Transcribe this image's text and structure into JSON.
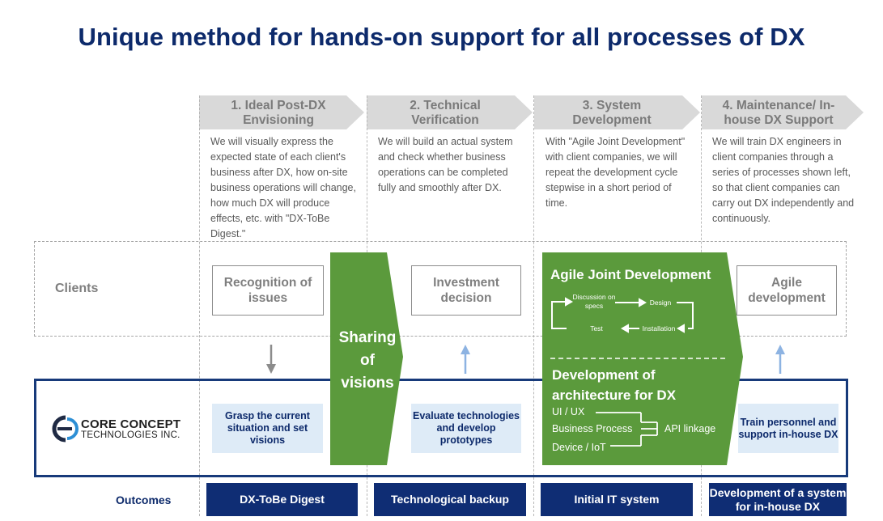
{
  "title": "Unique method for hands-on support for all processes of DX",
  "phases": [
    {
      "label": "1. Ideal Post-DX Envisioning",
      "description": "We will visually express the expected state of each client's business after DX, how on-site business operations will change, how much DX will produce effects, etc. with \"DX-ToBe Digest.\""
    },
    {
      "label": "2. Technical Verification",
      "description": "We will build an actual system and check whether business operations can be completed fully and smoothly after DX."
    },
    {
      "label": "3. System Development",
      "description": "With \"Agile Joint Development\" with client companies, we will repeat the development cycle stepwise in a short period of time."
    },
    {
      "label": "4. Maintenance/ In-house DX Support",
      "description": "We will train DX engineers in client companies through a series of processes shown left, so that client companies can carry out DX independently and continuously."
    }
  ],
  "clients": {
    "label": "Clients",
    "boxes": [
      "Recognition of issues",
      "Investment decision",
      "Agile development"
    ]
  },
  "sharing": "Sharing of visions",
  "agile": {
    "title": "Agile Joint Development",
    "steps": [
      "Discussion on specs",
      "Design",
      "Installation",
      "Test"
    ]
  },
  "architecture": {
    "title": "Development of architecture for DX",
    "items": [
      "UI / UX",
      "Business Process",
      "Device / IoT"
    ],
    "linkage": "API linkage"
  },
  "company": {
    "logo_line1": "CORE CONCEPT",
    "logo_line2": "TECHNOLOGIES INC.",
    "boxes": [
      "Grasp the current situation and set visions",
      "Evaluate technologies and develop prototypes",
      "Train personnel and support in-house DX"
    ]
  },
  "outcomes": {
    "label": "Outcomes",
    "items": [
      "DX-ToBe Digest",
      "Technological backup",
      "Initial IT system",
      "Development of a system for in-house DX"
    ]
  },
  "colors": {
    "navy": "#0d2a6b",
    "green": "#5b9a3c",
    "light_blue": "#deebf7",
    "arrow_gray": "#d9d9d9"
  }
}
